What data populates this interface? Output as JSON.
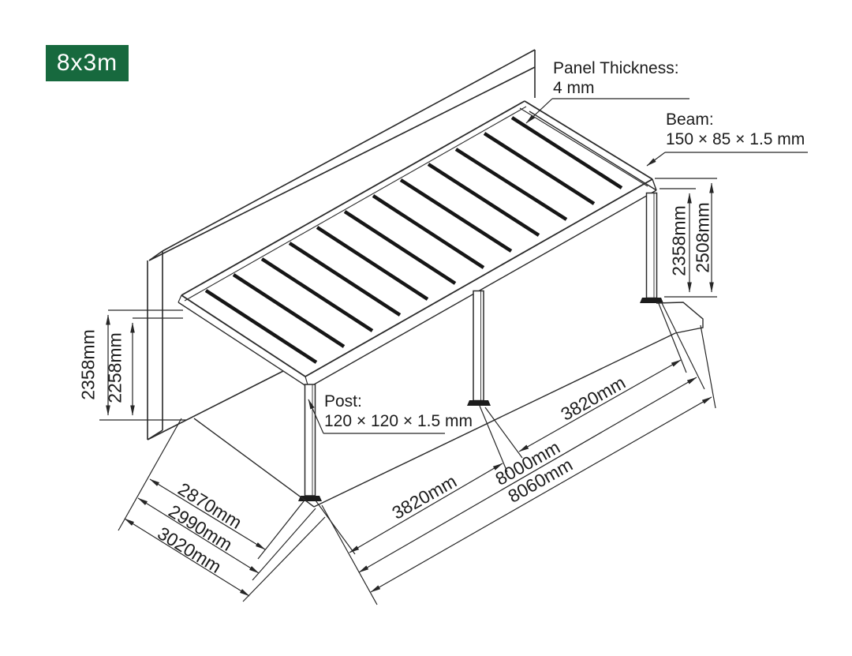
{
  "badge": {
    "label": "8x3m"
  },
  "callouts": {
    "panel": {
      "title": "Panel Thickness:",
      "value": "4 mm"
    },
    "beam": {
      "title": "Beam:",
      "value": "150 × 85 × 1.5 mm"
    },
    "post": {
      "title": "Post:",
      "value": "120 × 120 × 1.5 mm"
    }
  },
  "dimensions": {
    "left": [
      "2358mm",
      "2258mm"
    ],
    "right": [
      "2358mm",
      "2508mm"
    ],
    "bottom_left": [
      "2870mm",
      "2990mm",
      "3020mm"
    ],
    "bottom_right": [
      "3820mm",
      "3820mm",
      "8000mm",
      "8060mm"
    ]
  },
  "colors": {
    "badge_bg": "#17693E",
    "badge_text": "#FFFFFF",
    "line": "#262626"
  }
}
